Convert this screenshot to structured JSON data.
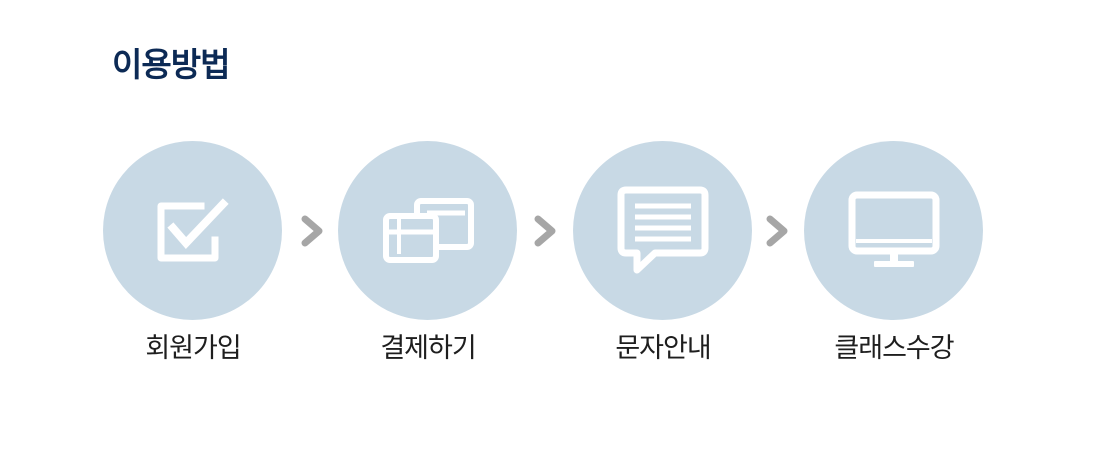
{
  "title": "이용방법",
  "steps": [
    {
      "label": "회원가입",
      "icon": "checkbox-icon"
    },
    {
      "label": "결제하기",
      "icon": "cards-icon"
    },
    {
      "label": "문자안내",
      "icon": "message-icon"
    },
    {
      "label": "클래스수강",
      "icon": "monitor-icon"
    }
  ],
  "colors": {
    "title": "#0c2a55",
    "circle": "#c8d9e5",
    "icon": "#ffffff",
    "arrow": "#a6a6a6",
    "label": "#1e1e1e"
  }
}
